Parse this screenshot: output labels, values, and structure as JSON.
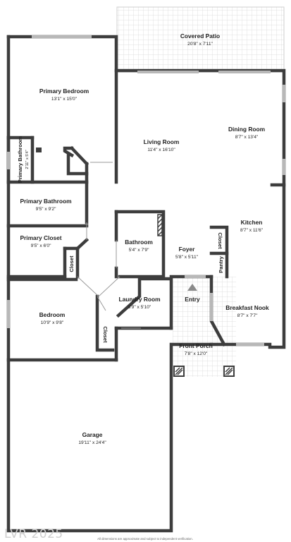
{
  "rooms": {
    "covered_patio": {
      "name": "Covered Patio",
      "dims": "20'8\" x 7'11\""
    },
    "primary_bedroom": {
      "name": "Primary Bedroom",
      "dims": "13'1\" x 15'0\""
    },
    "living_room": {
      "name": "Living Room",
      "dims": "11'4\" x 16'10\""
    },
    "dining_room": {
      "name": "Dining Room",
      "dims": "8'7\" x 13'4\""
    },
    "primary_bathroom_small": {
      "name": "Primary Bathroom",
      "dims": "2'11\" x 5'4\""
    },
    "primary_bathroom": {
      "name": "Primary Bathroom",
      "dims": "9'5\" x 9'2\""
    },
    "kitchen": {
      "name": "Kitchen",
      "dims": "8'7\" x 11'6\""
    },
    "primary_closet": {
      "name": "Primary Closet",
      "dims": "9'5\" x 6'0\""
    },
    "bathroom": {
      "name": "Bathroom",
      "dims": "5'4\" x 7'9\""
    },
    "closet_right": {
      "name": "Closet"
    },
    "foyer": {
      "name": "Foyer",
      "dims": "5'8\" x 5'11\""
    },
    "closet_left": {
      "name": "Closet"
    },
    "pantry": {
      "name": "Pantry"
    },
    "laundry_room": {
      "name": "Laundry Room",
      "dims": "8'9\" x 5'10\""
    },
    "entry": {
      "name": "Entry"
    },
    "breakfast_nook": {
      "name": "Breakfast Nook",
      "dims": "8'7\" x 7'7\""
    },
    "bedroom": {
      "name": "Bedroom",
      "dims": "10'9\" x 9'8\""
    },
    "closet_bedroom": {
      "name": "Closet"
    },
    "front_porch": {
      "name": "Front Porch",
      "dims": "7'8\" x 12'0\""
    },
    "garage": {
      "name": "Garage",
      "dims": "19'11\" x 24'4\""
    }
  },
  "watermark": "LVR 2025",
  "disclaimer": "All dimensions are approximate and subject to independent verification.",
  "colors": {
    "wall": "#3d3d3d",
    "window": "#b8b8b8",
    "patio_tile": "#d9d9d9",
    "label": "#222222"
  }
}
